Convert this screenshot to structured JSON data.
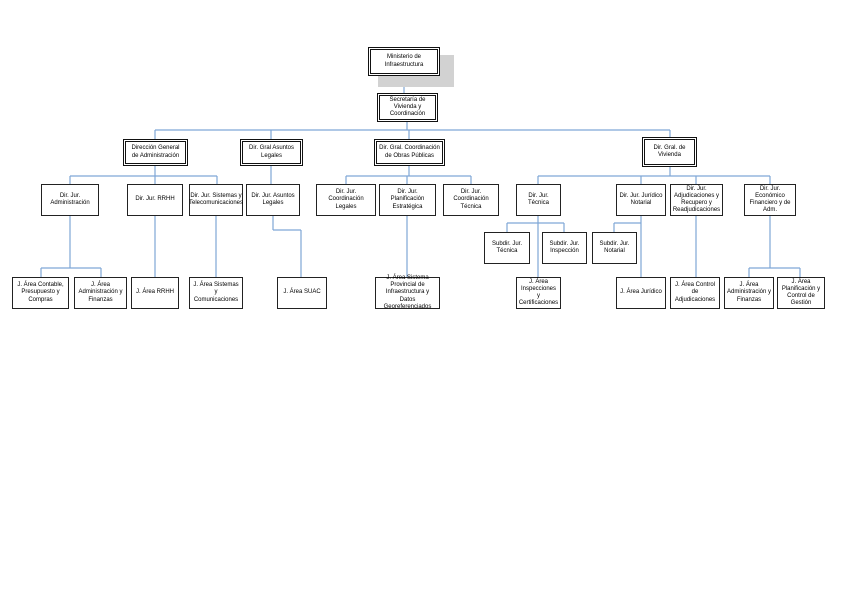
{
  "org": {
    "ministerio": "Ministerio de Infraestructura",
    "secretaria": "Secretaría de Vivienda y Coordinación",
    "dg_admin": "Dirección General de Administración",
    "dg_legales": "Dir. Gral Asuntos Legales",
    "dg_obras": "Dir. Gral. Coordinación de Obras Públicas",
    "dg_vivienda": "Dir. Gral. de Vivienda",
    "dj_admin": "Dir. Jur. Administración",
    "dj_rrhh": "Dir. Jur. RRHH",
    "dj_sistemas": "Dir. Jur. Sistemas y Telecomunicaciones",
    "dj_legales": "Dir. Jur. Asuntos Legales",
    "dj_coord_legales": "Dir. Jur. Coordinación Legales",
    "dj_planif": "Dir. Jur. Planificación Estratégica",
    "dj_coord_tecnica": "Dir. Jur. Coordinación Técnica",
    "dj_tecnica": "Dir. Jur. Técnica",
    "dj_juridico": "Dir. Jur. Jurídico Notarial",
    "dj_adjud": "Dir. Jur. Adjudicaciones y Recupero y Readjudicaciones",
    "dj_economico": "Dir. Jur. Económico Financiero y de Adm.",
    "sd_tecnica": "Subdir. Jur. Técnica",
    "sd_inspeccion": "Subdir. Jur. Inspección",
    "sd_notarial": "Subdir. Jur. Notarial",
    "ja_contable": "J. Área Contable, Presupuesto y Compras",
    "ja_admin_fin": "J. Área Administración y Finanzas",
    "ja_rrhh": "J. Área RRHH",
    "ja_sistemas": "J. Área Sistemas y Comunicaciones",
    "ja_suac": "J. Área SUAC",
    "ja_sistema_prov": "J. Área Sistema Provincial de Infraestructura y Datos Georeferenciados",
    "ja_inspecciones": "J. Área Inspecciones y Certificaciones",
    "ja_juridico": "J. Área Jurídico",
    "ja_control_adj": "J. Área Control de Adjudicaciones",
    "ja_admin_fin_viv": "J. Área Administración y Finanzas",
    "ja_planif_control": "J. Área Planificación y Control de Gestión"
  },
  "colors": {
    "connector": "#7fa6d6",
    "border": "#222222",
    "shadow": "#d2d2d2"
  }
}
